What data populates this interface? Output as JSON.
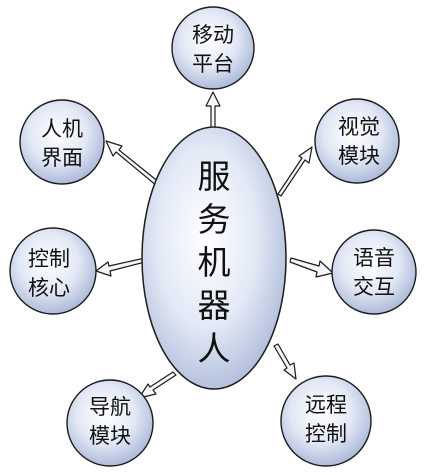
{
  "center": {
    "name": "服务机器人",
    "chars": [
      "服",
      "务",
      "机",
      "器",
      "人"
    ]
  },
  "nodes": {
    "mobile": {
      "line1": "移动",
      "line2": "平台"
    },
    "hmi": {
      "line1": "人机",
      "line2": "界面"
    },
    "vision": {
      "line1": "视觉",
      "line2": "模块"
    },
    "control": {
      "line1": "控制",
      "line2": "核心"
    },
    "voice": {
      "line1": "语音",
      "line2": "交互"
    },
    "navigation": {
      "line1": "导航",
      "line2": "模块"
    },
    "remote": {
      "line1": "远程",
      "line2": "控制"
    }
  },
  "colors": {
    "node_fill_inner": "#ffffff",
    "node_fill_outer": "#aab8d8",
    "stroke": "#1c1c1c",
    "arrow_fill": "#f4f6fb"
  }
}
